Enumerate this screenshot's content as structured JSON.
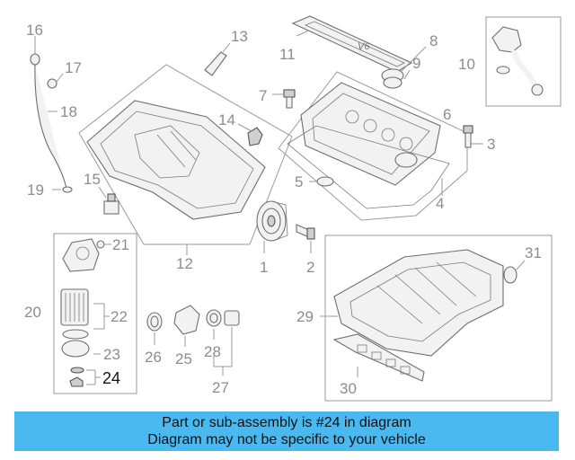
{
  "callouts": {
    "c1": "1",
    "c2": "2",
    "c3": "3",
    "c4": "4",
    "c5": "5",
    "c6": "6",
    "c7": "7",
    "c8": "8",
    "c9": "9",
    "c10": "10",
    "c11": "11",
    "c12": "12",
    "c13": "13",
    "c14": "14",
    "c15": "15",
    "c16": "16",
    "c17": "17",
    "c18": "18",
    "c19": "19",
    "c20": "20",
    "c21": "21",
    "c22": "22",
    "c23": "23",
    "c24": "24",
    "c25": "25",
    "c26": "26",
    "c27": "27",
    "c28": "28",
    "c29": "29",
    "c30": "30",
    "c31": "31"
  },
  "highlight_callout": "24",
  "engine_cover_text": "V6",
  "banner": {
    "line1": "Part or sub-assembly is #24 in diagram",
    "line2": "Diagram may not be specific to your vehicle",
    "background": "#49b9f0"
  }
}
